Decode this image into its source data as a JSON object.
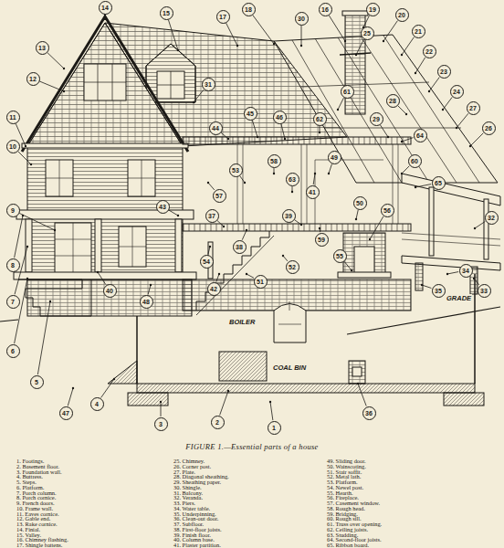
{
  "diagram": {
    "caption": "FIGURE 1.—Essential parts of a house",
    "nodes": [
      {
        "text": [
          "1"
        ]
      },
      {
        "text": [
          "2"
        ]
      },
      {
        "text": [
          "3"
        ]
      },
      {
        "text": [
          "4"
        ]
      },
      {
        "text": [
          "5"
        ]
      },
      {
        "text": [
          "6"
        ]
      },
      {
        "text": [
          "7"
        ]
      },
      {
        "text": [
          "8"
        ]
      },
      {
        "text": [
          "9"
        ]
      },
      {
        "text": [
          "10"
        ]
      },
      {
        "text": [
          "11"
        ]
      },
      {
        "text": [
          "12"
        ]
      },
      {
        "text": [
          "13"
        ]
      },
      {
        "text": [
          "14"
        ]
      },
      {
        "text": [
          "15"
        ]
      },
      {
        "text": [
          "16"
        ]
      },
      {
        "text": [
          "17"
        ]
      },
      {
        "text": [
          "18"
        ]
      },
      {
        "text": [
          "19"
        ]
      },
      {
        "text": [
          "20"
        ]
      },
      {
        "text": [
          "21"
        ]
      },
      {
        "text": [
          "22"
        ]
      },
      {
        "text": [
          "23"
        ]
      },
      {
        "text": [
          "24"
        ]
      },
      {
        "text": [
          "25"
        ]
      },
      {
        "text": [
          "26"
        ]
      },
      {
        "text": [
          "27"
        ]
      },
      {
        "text": [
          "28"
        ]
      },
      {
        "text": [
          "29"
        ]
      },
      {
        "text": [
          "30"
        ]
      },
      {
        "text": [
          "31"
        ]
      },
      {
        "text": [
          "32"
        ]
      },
      {
        "text": [
          "33"
        ]
      },
      {
        "text": [
          "34"
        ]
      },
      {
        "text": [
          "35"
        ]
      },
      {
        "text": [
          "36"
        ]
      },
      {
        "text": [
          "37"
        ]
      },
      {
        "text": [
          "38"
        ]
      },
      {
        "text": [
          "39"
        ]
      },
      {
        "text": [
          "40"
        ]
      },
      {
        "text": [
          "41"
        ]
      },
      {
        "text": [
          "42"
        ]
      },
      {
        "text": [
          "43"
        ]
      },
      {
        "text": [
          "44"
        ]
      },
      {
        "text": [
          "45"
        ]
      },
      {
        "text": [
          "46"
        ]
      },
      {
        "text": [
          "47"
        ]
      },
      {
        "text": [
          "48"
        ]
      },
      {
        "text": [
          "49"
        ]
      },
      {
        "text": [
          "50"
        ]
      },
      {
        "text": [
          "51"
        ]
      },
      {
        "text": [
          "52"
        ]
      },
      {
        "text": [
          "53"
        ]
      },
      {
        "text": [
          "54"
        ]
      },
      {
        "text": [
          "55"
        ]
      },
      {
        "text": [
          "56"
        ]
      },
      {
        "text": [
          "57"
        ]
      },
      {
        "text": [
          "58"
        ]
      },
      {
        "text": [
          "59"
        ]
      },
      {
        "text": [
          "60"
        ]
      },
      {
        "text": [
          "61"
        ]
      },
      {
        "text": [
          "62"
        ]
      },
      {
        "text": [
          "63"
        ]
      },
      {
        "text": [
          "64"
        ]
      },
      {
        "text": [
          "65"
        ]
      }
    ],
    "labels": [
      "BOILER",
      "COAL BIN",
      "GRADE",
      "1. Footings.",
      "2. Basement floor.",
      "3. Foundation wall.",
      "4. Buttress.",
      "5. Steps.",
      "6. Platform.",
      "7. Porch column.",
      "8. Porch cornice.",
      "9. French doors.",
      "10. Frame wall.",
      "11. Eaves cornice.",
      "12. Gable end.",
      "13. Rake cornice.",
      "14. Finial.",
      "15. Valley.",
      "16. Chimney flashing.",
      "17. Shingle battens.",
      "25. Chimney.",
      "26. Corner post.",
      "27. Plate.",
      "28. Diagonal sheathing.",
      "29. Sheathing paper.",
      "30. Shingle.",
      "31. Balcony.",
      "32. Veranda.",
      "33. Piers.",
      "34. Water table.",
      "35. Underpinning.",
      "36. Clean-out door.",
      "37. Subfloor.",
      "38. First-floor joists.",
      "39. Finish floor.",
      "40. Column base.",
      "41. Plaster partition.",
      "49. Sliding door.",
      "50. Wainscoting.",
      "51. Stair soffit.",
      "52. Metal lath.",
      "53. Platform.",
      "54. Newel post.",
      "55. Hearth.",
      "56. Fireplace.",
      "57. Casement window.",
      "58. Rough head.",
      "59. Bridging.",
      "60. Rough sill.",
      "61. Truss over opening.",
      "62. Ceiling joists.",
      "63. Studding.",
      "64. Second-floor joists.",
      "65. Ribbon board."
    ]
  }
}
